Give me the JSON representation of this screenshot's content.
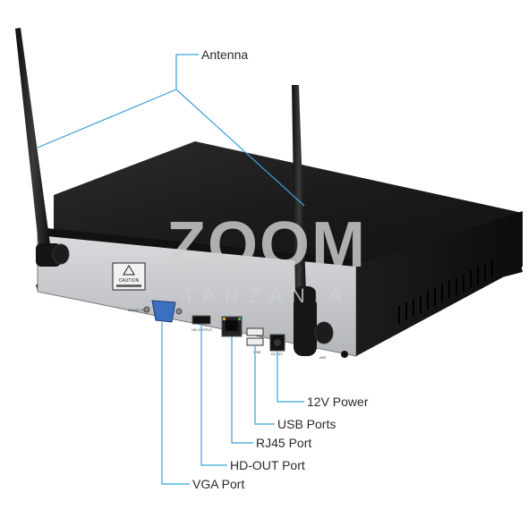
{
  "labels": {
    "antenna": "Antenna",
    "power": "12V Power",
    "usb": "USB Ports",
    "rj45": "RJ45 Port",
    "hdout": "HD-OUT Port",
    "vga": "VGA Port"
  },
  "watermark": {
    "brand": "ZOOM",
    "sub": "TANZANIA"
  },
  "panel": {
    "caution": "CAUTION",
    "audio_out": "AUDIO OUT",
    "hd_output": "HD OUTPUT",
    "usb": "USB",
    "dc_12v": "DC12V",
    "ant": "ANT"
  },
  "colors": {
    "leader": "#3aa0d8",
    "device_body": "#1a1a1a",
    "back_panel": "#c9ccce",
    "watermark": "#d0d0d0"
  }
}
